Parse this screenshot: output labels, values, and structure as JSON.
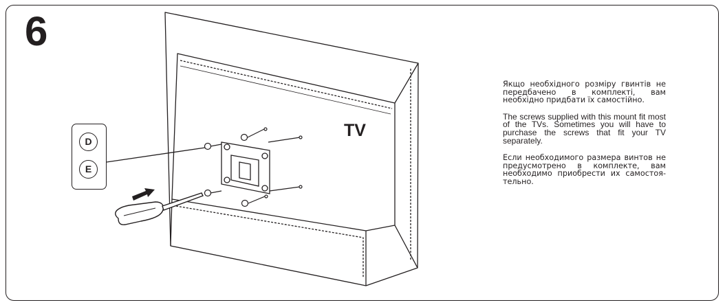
{
  "step_number": "6",
  "tv_label": "TV",
  "parts": [
    "D",
    "E"
  ],
  "instructions": {
    "uk": "Якщо необхідного розміру гвинтів не передбачено в комплекті, вам необхідно придбати їх самостійно.",
    "en": "The screws supplied with this mount fit most of the TVs. Sometimes you will have to purchase the screws that fit your TV separately.",
    "ru": "Если необходимого размера винтов не предусмотрено в комплекте, вам необходимо приобрести их самостоя-тельно."
  }
}
